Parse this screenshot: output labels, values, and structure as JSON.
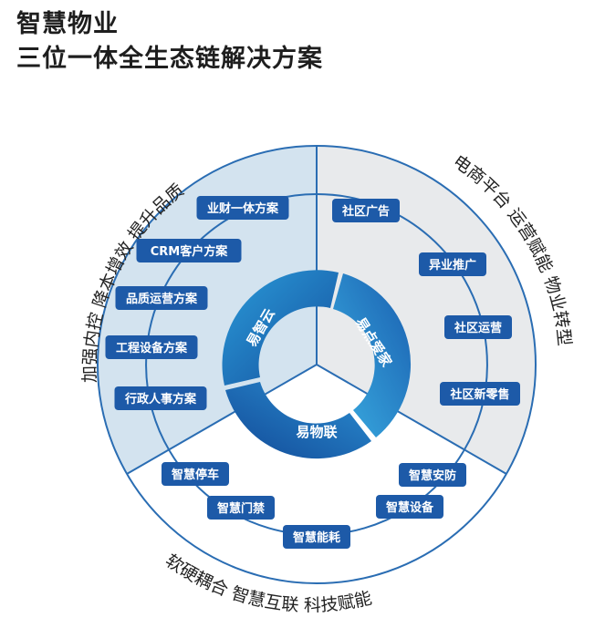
{
  "header": {
    "title_line1": "智慧物业",
    "title_line2": "三位一体全生态链解决方案"
  },
  "outer_ring": {
    "left": "加强内控 降本增效 提升品质",
    "right": "电商平台 运营赋能 物业转型",
    "bottom": "软硬耦合 智慧互联 科技赋能"
  },
  "core": {
    "cloud": "易智云",
    "home": "易点爱家",
    "iot": "易物联"
  },
  "left_items": [
    "业财一体方案",
    "CRM客户方案",
    "品质运营方案",
    "工程设备方案",
    "行政人事方案"
  ],
  "right_items": [
    "社区广告",
    "异业推广",
    "社区运营",
    "社区新零售"
  ],
  "bottom_items": [
    "智慧停车",
    "智慧门禁",
    "智慧能耗",
    "智慧安防",
    "智慧设备"
  ],
  "colors": {
    "pill": "#1d5aa8",
    "left_sector": "#d3e3ef",
    "right_sector": "#e8eaec",
    "ring_line": "#2a6db3",
    "core_dark": "#164e9c",
    "core_light": "#2fa3dc"
  }
}
